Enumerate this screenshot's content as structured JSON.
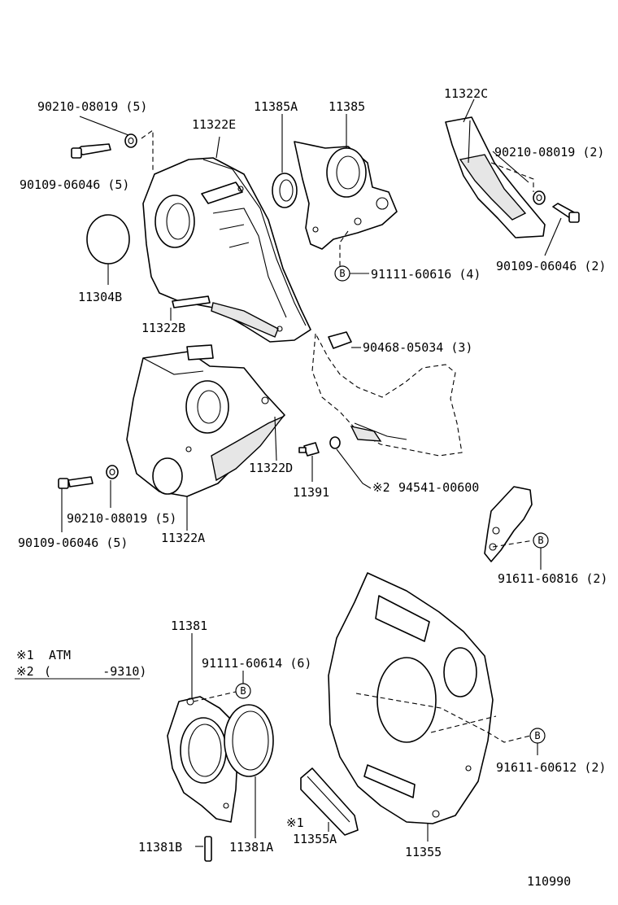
{
  "diagram_id": "110990",
  "legend": {
    "note1_mark": "※1",
    "note1_text": "ATM",
    "note2_mark": "※2",
    "note2_text": "(       -9310)"
  },
  "callout_letter": "B",
  "labels": {
    "p90210_08019_top": "90210-08019 (5)",
    "p90109_06046_top": "90109-06046 (5)",
    "p11322E": "11322E",
    "p11385A": "11385A",
    "p11385": "11385",
    "p11322C": "11322C",
    "p90210_08019_right": "90210-08019 (2)",
    "p90109_06046_right": "90109-06046 (2)",
    "p91111_60616": "91111-60616 (4)",
    "p11304B": "11304B",
    "p11322B": "11322B",
    "p90468_05034": "90468-05034 (3)",
    "p11322D": "11322D",
    "p11391": "11391",
    "p94541_00600_mark": "※2",
    "p94541_00600": "94541-00600",
    "p90210_08019_mid": "90210-08019 (5)",
    "p90109_06046_mid": "90109-06046 (5)",
    "p11322A": "11322A",
    "p91611_60816": "91611-60816 (2)",
    "p11381": "11381",
    "p91111_60614": "91111-60614 (6)",
    "p91611_60612": "91611-60612 (2)",
    "p11381B": "11381B",
    "p11381A": "11381A",
    "p11355A_mark": "※1",
    "p11355A": "11355A",
    "p11355": "11355"
  }
}
